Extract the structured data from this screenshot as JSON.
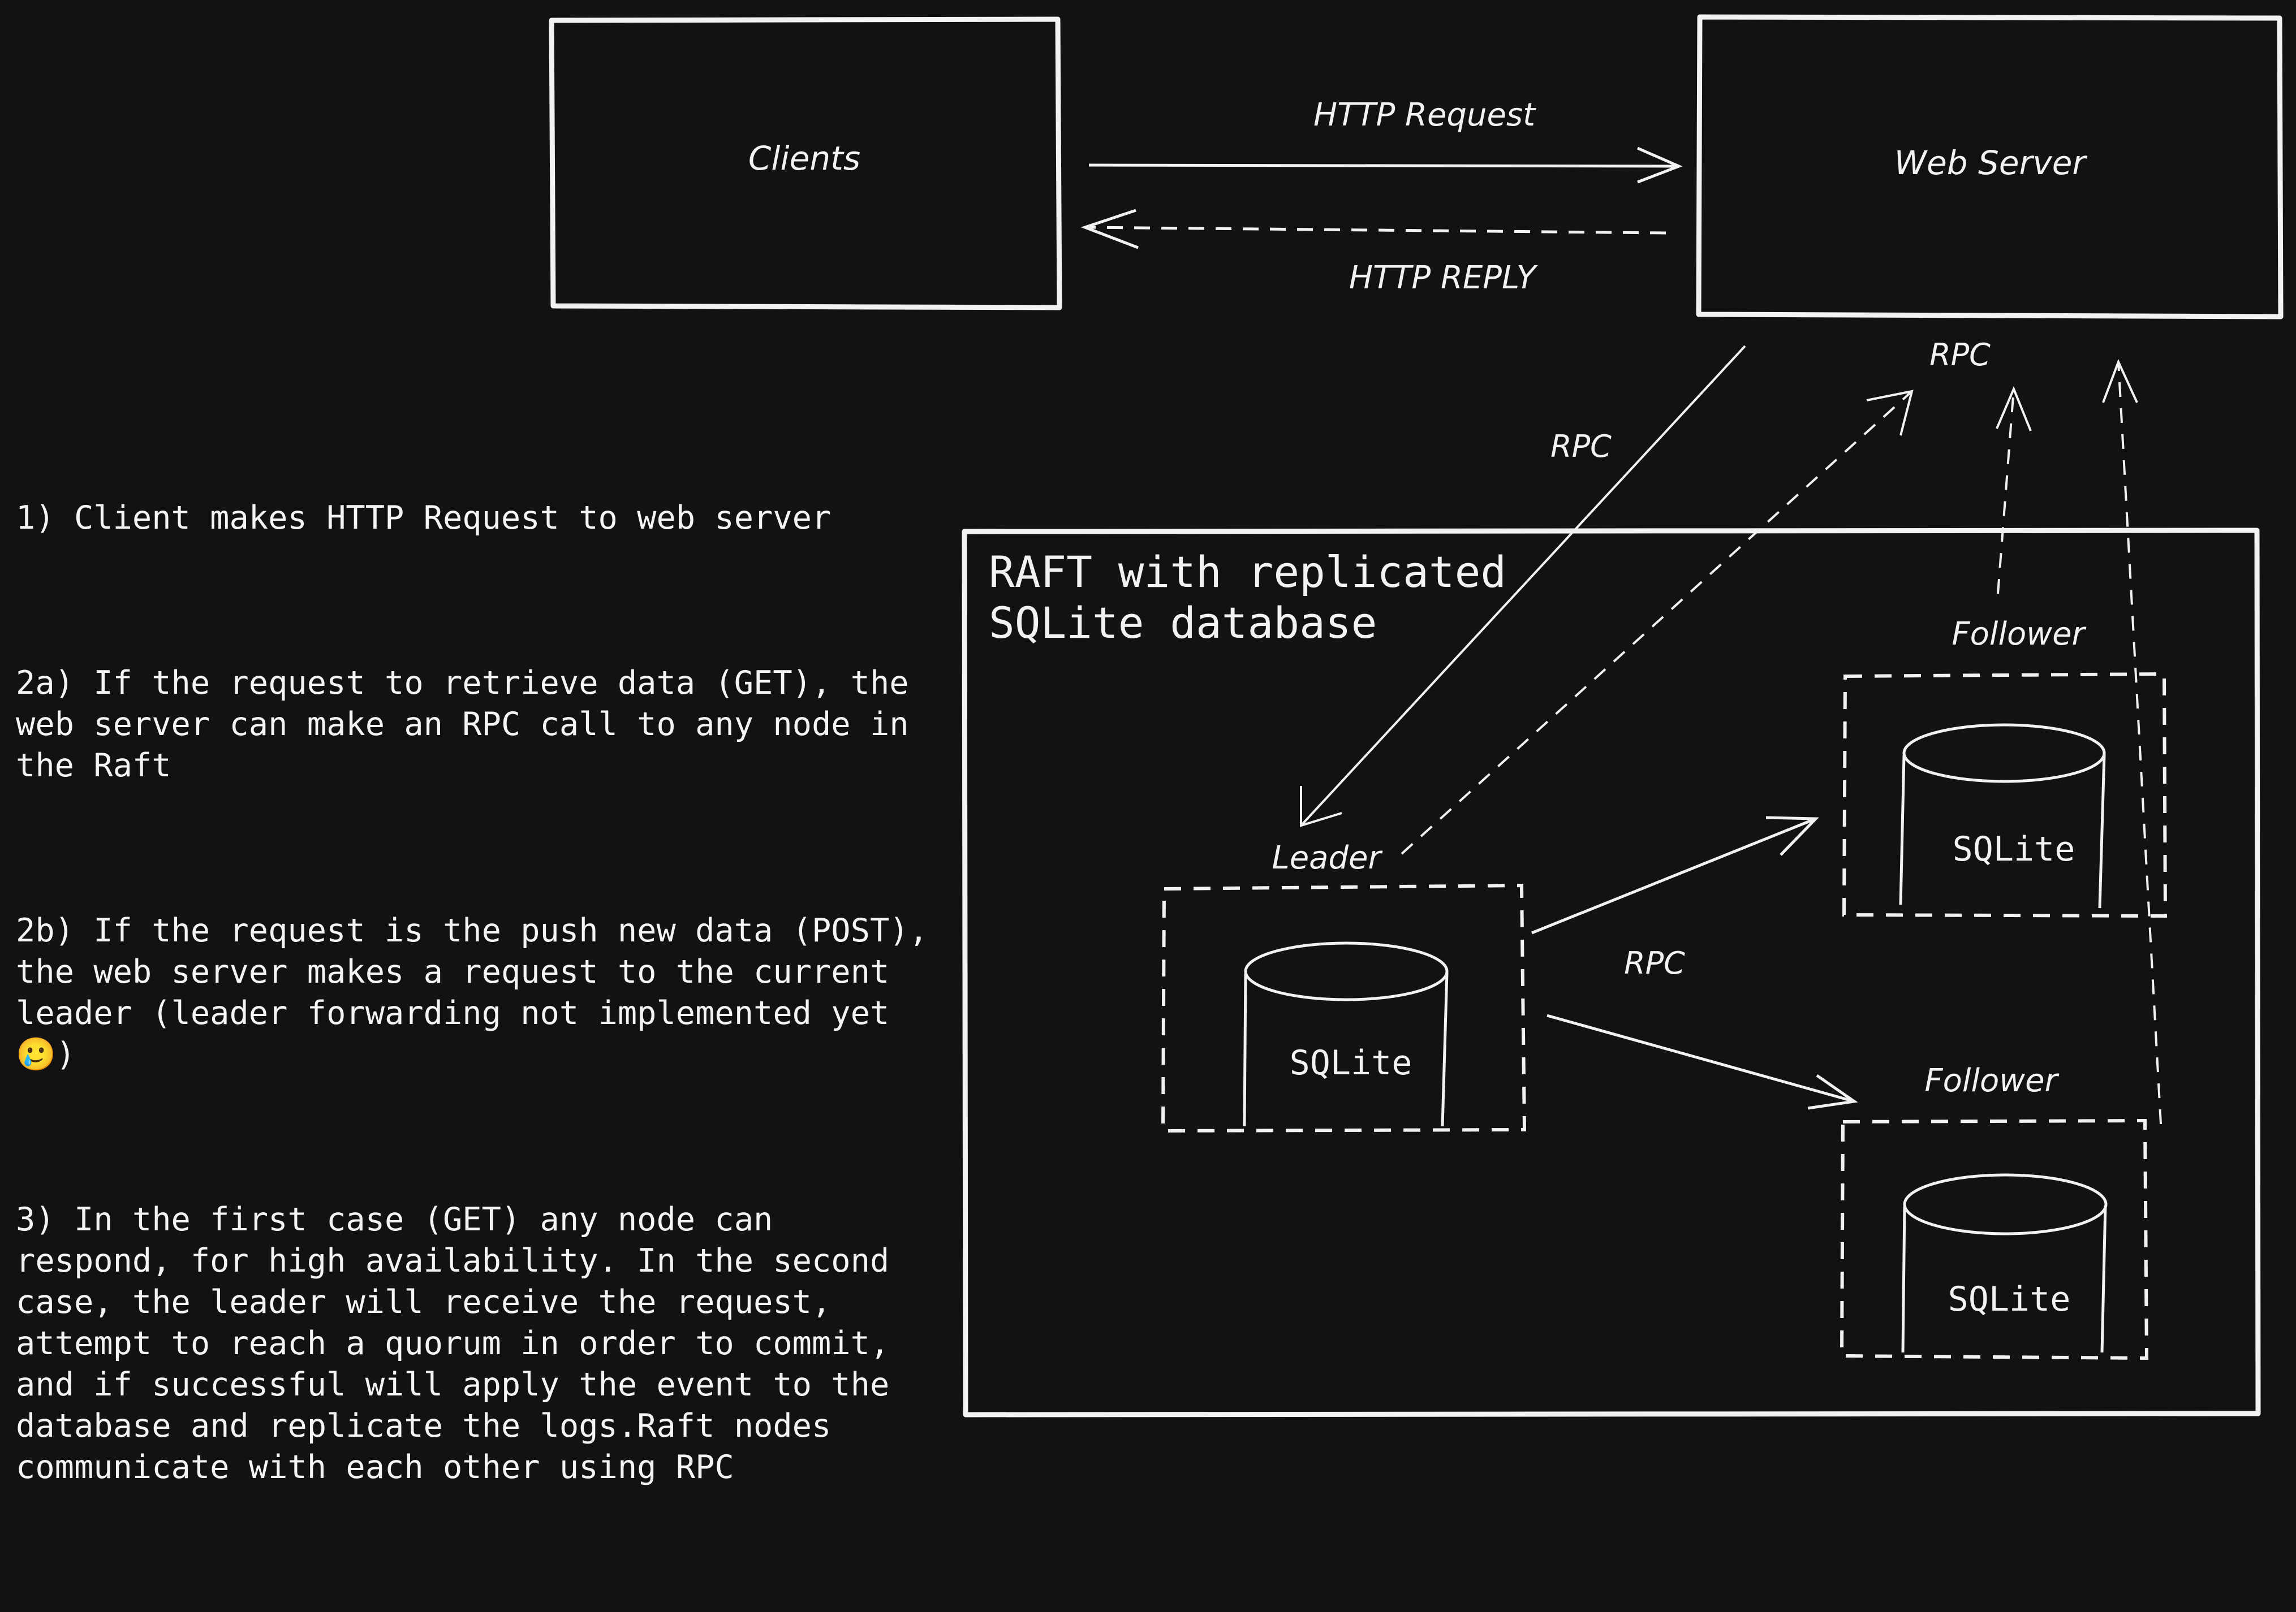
{
  "colors": {
    "background": "#121212",
    "stroke": "#f2f2f2"
  },
  "nodes": {
    "clients": "Clients",
    "web_server": "Web Server",
    "raft_title_line1": "RAFT with replicated",
    "raft_title_line2": "SQLite database",
    "leader": "Leader",
    "follower_top": "Follower",
    "follower_bottom": "Follower",
    "db_leader": "SQLite",
    "db_follower_top": "SQLite",
    "db_follower_bottom": "SQLite"
  },
  "edges": {
    "http_request": "HTTP Request",
    "http_reply": "HTTP REPLY",
    "rpc_to_leader": "RPC",
    "rpc_from_raft": "RPC",
    "rpc_replication": "RPC"
  },
  "notes": {
    "step1": "1) Client makes HTTP Request to web server",
    "step2a": "2a) If the request to retrieve data (GET), the web server can make an RPC call to any node in the Raft",
    "step2b_text": "2b) If the request is the push new data (POST), the web server makes a request to the current leader (leader forwarding not implemented yet",
    "step2b_emoji": "🥲",
    "step2b_close": ")",
    "step3": "3) In the first case (GET) any node can respond, for high availability. In the second case, the leader will receive the request, attempt to reach a quorum in order to commit, and if successful will apply the event to the database and replicate the logs.Raft nodes communicate with each other using RPC"
  }
}
